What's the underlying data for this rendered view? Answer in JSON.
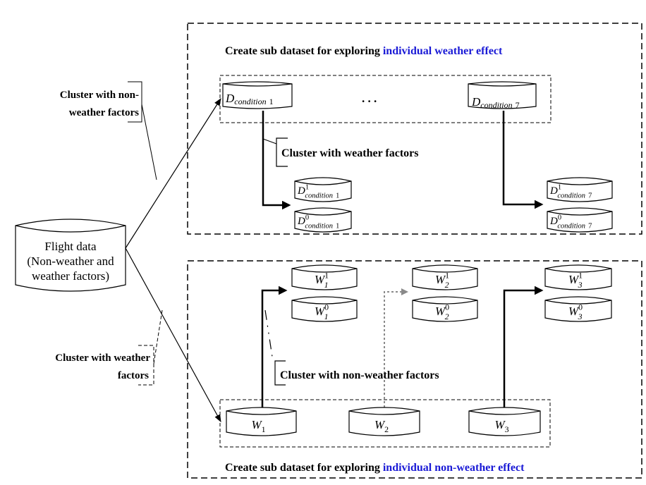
{
  "flight": {
    "line1": "Flight data",
    "line2": "(Non-weather and",
    "line3": "weather factors)"
  },
  "top_section": {
    "title_prefix": "Create sub dataset for exploring ",
    "title_highlight": "individual weather effect",
    "ellipsis": ". . .",
    "cluster_label": "Cluster with weather factors",
    "cond1": {
      "base": "D",
      "sub": "condition",
      "num": "1"
    },
    "cond7": {
      "base": "D",
      "sub": "condition",
      "num": "7"
    },
    "cond1_out": [
      {
        "base": "D",
        "sup": "1",
        "sub": "condition",
        "num": "1"
      },
      {
        "base": "D",
        "sup": "0",
        "sub": "condition",
        "num": "1"
      }
    ],
    "cond7_out": [
      {
        "base": "D",
        "sup": "1",
        "sub": "condition",
        "num": "7"
      },
      {
        "base": "D",
        "sup": "0",
        "sub": "condition",
        "num": "7"
      }
    ]
  },
  "bottom_section": {
    "title_prefix": "Create sub dataset for exploring ",
    "title_highlight": "individual non-weather effect",
    "cluster_label": "Cluster with non-weather factors",
    "w_items": [
      {
        "base": "W",
        "sub": "1"
      },
      {
        "base": "W",
        "sub": "2"
      },
      {
        "base": "W",
        "sub": "3"
      }
    ],
    "w_out": [
      [
        {
          "base": "W",
          "sup": "1",
          "sub": "1"
        },
        {
          "base": "W",
          "sup": "0",
          "sub": "1"
        }
      ],
      [
        {
          "base": "W",
          "sup": "1",
          "sub": "2"
        },
        {
          "base": "W",
          "sup": "0",
          "sub": "2"
        }
      ],
      [
        {
          "base": "W",
          "sup": "1",
          "sub": "3"
        },
        {
          "base": "W",
          "sup": "0",
          "sub": "3"
        }
      ]
    ]
  },
  "side_labels": {
    "top_line1": "Cluster with non-",
    "top_line2": "weather factors",
    "bottom_line1": "Cluster with weather",
    "bottom_line2": "factors"
  },
  "colors": {
    "highlight": "#1a1ad6",
    "dotted_arrow": "#8a8a8a"
  }
}
